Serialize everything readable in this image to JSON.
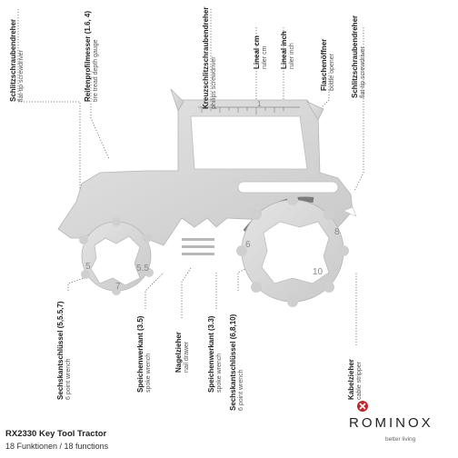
{
  "labels_top": [
    {
      "de": "Schlitzschraubendreher",
      "en": "flat-tip screwdriver"
    },
    {
      "de": "Reifenprofilmesser (1.6, 4)",
      "en": "tire tread depth gauge"
    },
    {
      "de": "Kreuzschlitzschraubendreher",
      "en": "philips screwdriver"
    },
    {
      "de": "Lineal cm",
      "en": "ruler cm"
    },
    {
      "de": "Lineal inch",
      "en": "ruler inch"
    },
    {
      "de": "Flaschenöffner",
      "en": "bottle opener"
    },
    {
      "de": "Schlitzschraubendreher",
      "en": "flat-tip screwdriver"
    }
  ],
  "labels_bottom": [
    {
      "de": "Sechskantschlüssel (5,5.5,7)",
      "en": "6 point wrench"
    },
    {
      "de": "Speichenwerkant (3.5)",
      "en": "spoke wrench"
    },
    {
      "de": "Nagelzieher",
      "en": "nail drawer"
    },
    {
      "de": "Speichenwerkant (3.3)",
      "en": "spoke wrench"
    },
    {
      "de": "Sechskantschlüssel (6,8,10)",
      "en": "6 point wrench"
    },
    {
      "de": "Kabelzieher",
      "en": "cable stripper"
    }
  ],
  "tool_numbers": {
    "small_5": "5",
    "small_5_5": "5.5",
    "small_7": "7",
    "big_6": "6",
    "big_8": "8",
    "big_10": "10",
    "ruler_1": "1"
  },
  "footer": {
    "title": "RX2330 Key Tool Tractor",
    "subtitle": "18 Funktionen / 18 functions"
  },
  "brand": {
    "name": "ROMINOX",
    "tagline": "better living",
    "accent": "#c0272d"
  },
  "colors": {
    "tool_fill": "#d9d9d9",
    "tool_shade": "#c4c4c4",
    "leader": "#666666"
  }
}
